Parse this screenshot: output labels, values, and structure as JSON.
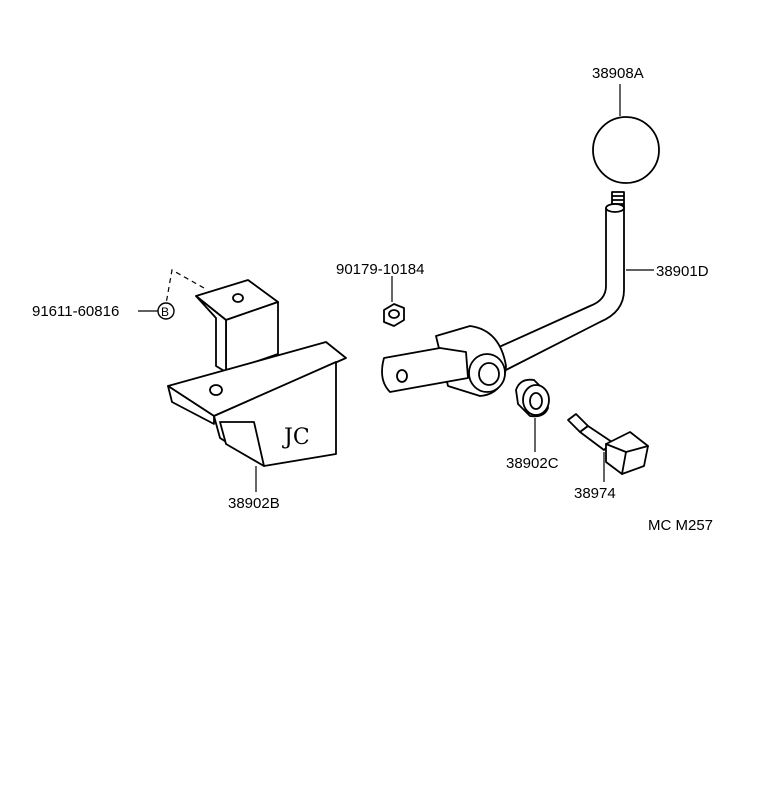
{
  "parts": {
    "knob": "38908A",
    "shift_lever": "38901D",
    "nut": "90179-10184",
    "bolt_ref": "91611-60816",
    "bolt_marker": "B",
    "bracket": "38902B",
    "bushing": "38902C",
    "pin": "38974"
  },
  "drawing_code": "MC M257"
}
